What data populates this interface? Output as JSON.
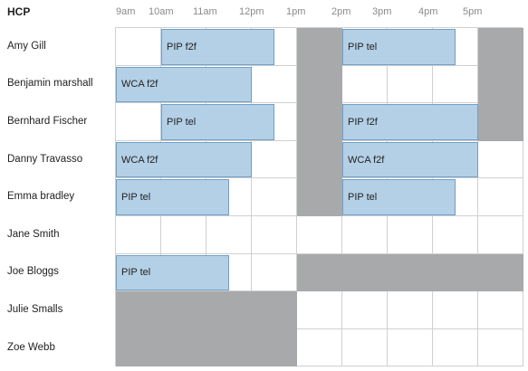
{
  "header": {
    "hcp_label": "HCP"
  },
  "times": [
    "9am",
    "10am",
    "11am",
    "12pm",
    "1pm",
    "2pm",
    "3pm",
    "4pm",
    "5pm"
  ],
  "rows": [
    {
      "name": "Amy Gill"
    },
    {
      "name": "Benjamin marshall"
    },
    {
      "name": "Bernhard Fischer"
    },
    {
      "name": "Danny Travasso"
    },
    {
      "name": "Emma bradley"
    },
    {
      "name": "Jane Smith"
    },
    {
      "name": "Joe Bloggs"
    },
    {
      "name": "Julie Smalls"
    },
    {
      "name": "Zoe Webb"
    }
  ],
  "appointments": [
    {
      "row": 0,
      "start": "10am",
      "end": "12:30pm",
      "label": "PIP f2f"
    },
    {
      "row": 0,
      "start": "2pm",
      "end": "4:30pm",
      "label": "PIP tel"
    },
    {
      "row": 1,
      "start": "9am",
      "end": "12pm",
      "label": "WCA f2f"
    },
    {
      "row": 2,
      "start": "10am",
      "end": "12:30pm",
      "label": "PIP tel"
    },
    {
      "row": 2,
      "start": "2pm",
      "end": "5pm",
      "label": "PIP f2f"
    },
    {
      "row": 3,
      "start": "9am",
      "end": "12pm",
      "label": "WCA f2f"
    },
    {
      "row": 3,
      "start": "2pm",
      "end": "5pm",
      "label": "WCA f2f"
    },
    {
      "row": 4,
      "start": "9am",
      "end": "11:30am",
      "label": "PIP tel"
    },
    {
      "row": 4,
      "start": "2pm",
      "end": "4:30pm",
      "label": "PIP tel"
    },
    {
      "row": 6,
      "start": "9am",
      "end": "11:30am",
      "label": "PIP tel"
    }
  ],
  "unavailable": [
    {
      "row_start": 0,
      "row_end": 4,
      "start": "1pm",
      "end": "2pm"
    },
    {
      "row_start": 0,
      "row_end": 2,
      "start": "5pm",
      "end": "6pm"
    },
    {
      "row_start": 6,
      "row_end": 6,
      "start": "1pm",
      "end": "6pm"
    },
    {
      "row_start": 7,
      "row_end": 8,
      "start": "9am",
      "end": "1pm"
    }
  ],
  "colors": {
    "appointment_fill": "#b4d0e6",
    "appointment_border": "#6f9fc9",
    "unavailable": "#a7a9ab",
    "grid_line": "#d0d0d0"
  }
}
